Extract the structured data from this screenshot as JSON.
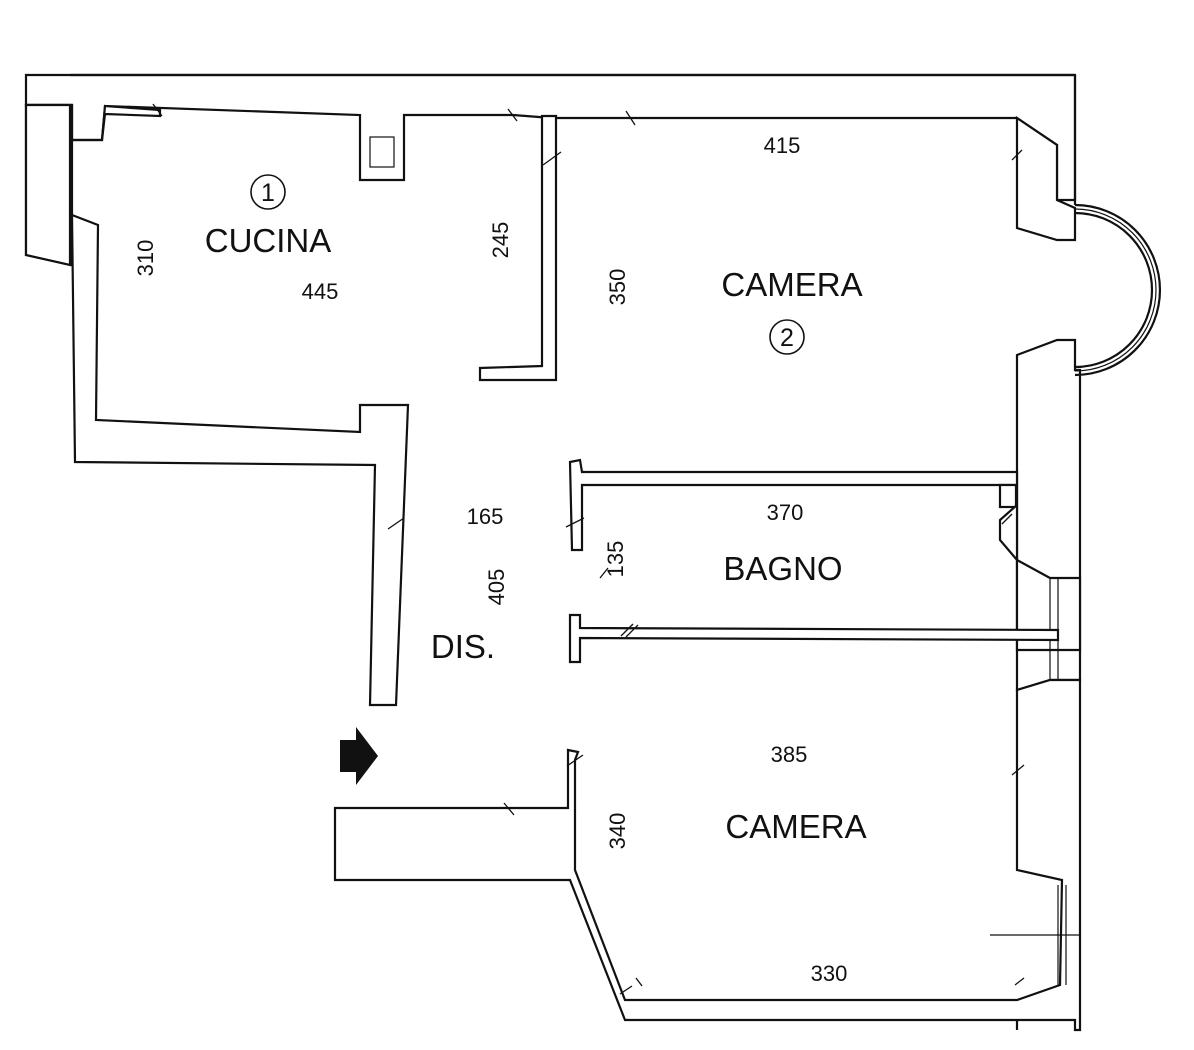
{
  "rooms": [
    {
      "label": "CUCINA",
      "number": "1"
    },
    {
      "label": "CAMERA",
      "number": "2"
    },
    {
      "label": "BAGNO",
      "number": ""
    },
    {
      "label": "DIS.",
      "number": ""
    },
    {
      "label": "CAMERA",
      "number": ""
    }
  ],
  "dimensions": {
    "cucina_depth": "310",
    "cucina_width": "445",
    "cucina_inner": "245",
    "camera1_top": "415",
    "camera1_depth": "350",
    "dis_width": "165",
    "dis_depth": "405",
    "bagno_width": "370",
    "bagno_depth": "135",
    "camera2_top": "385",
    "camera2_depth": "340",
    "camera2_bottom": "330"
  },
  "icons": {
    "entrance": "entrance-arrow-icon"
  }
}
